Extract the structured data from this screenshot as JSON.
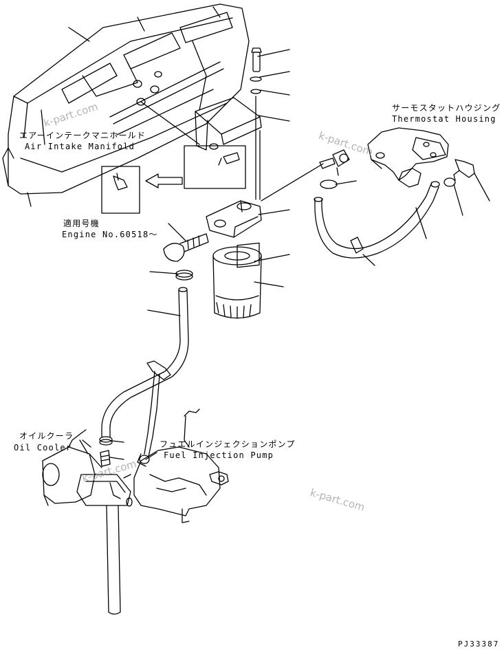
{
  "labels": {
    "air_intake_jp": "エアーインテークマニホールド",
    "air_intake_en": "Air Intake Manifold",
    "thermostat_jp": "サーモスタットハウジング",
    "thermostat_en": "Thermostat Housing",
    "applicable_jp": "適用号機",
    "applicable_en": "Engine No.60518～",
    "oil_cooler_jp": "オイルクーラ",
    "oil_cooler_en": "Oil Cooler",
    "fuel_pump_jp": "フュエルインジェクションポンプ",
    "fuel_pump_en": "Fuel Injection Pump"
  },
  "watermark": "k-part.com",
  "drawing_code": "PJ33387",
  "colors": {
    "ink": "#000000",
    "paper": "#ffffff",
    "watermark": "#9a9a9a"
  }
}
